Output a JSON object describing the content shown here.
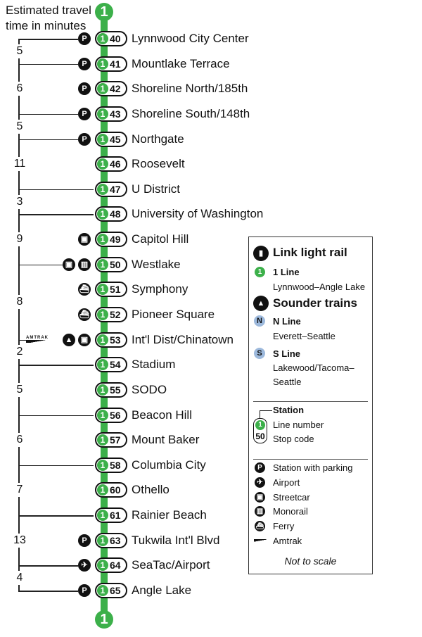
{
  "title": [
    "Estimated travel",
    "time in minutes"
  ],
  "line_number": "1",
  "colors": {
    "line": "#3cb04a",
    "sounder": "#9db9dc"
  },
  "stations": [
    {
      "code": "40",
      "name": "Lynnwood City Center",
      "icons": [
        "parking"
      ]
    },
    {
      "code": "41",
      "name": "Mountlake Terrace",
      "icons": [
        "parking"
      ]
    },
    {
      "code": "42",
      "name": "Shoreline North/185th",
      "icons": [
        "parking"
      ]
    },
    {
      "code": "43",
      "name": "Shoreline South/148th",
      "icons": [
        "parking"
      ]
    },
    {
      "code": "45",
      "name": "Northgate",
      "icons": [
        "parking"
      ]
    },
    {
      "code": "46",
      "name": "Roosevelt",
      "icons": []
    },
    {
      "code": "47",
      "name": "U District",
      "icons": []
    },
    {
      "code": "48",
      "name": "University of Washington",
      "icons": []
    },
    {
      "code": "49",
      "name": "Capitol Hill",
      "icons": [
        "streetcar"
      ]
    },
    {
      "code": "50",
      "name": "Westlake",
      "icons": [
        "streetcar",
        "monorail"
      ]
    },
    {
      "code": "51",
      "name": "Symphony",
      "icons": [
        "ferry"
      ]
    },
    {
      "code": "52",
      "name": "Pioneer Square",
      "icons": [
        "ferry"
      ]
    },
    {
      "code": "53",
      "name": "Int'l Dist/Chinatown",
      "icons": [
        "amtrak",
        "sounder",
        "streetcar"
      ]
    },
    {
      "code": "54",
      "name": "Stadium",
      "icons": []
    },
    {
      "code": "55",
      "name": "SODO",
      "icons": []
    },
    {
      "code": "56",
      "name": "Beacon Hill",
      "icons": []
    },
    {
      "code": "57",
      "name": "Mount Baker",
      "icons": []
    },
    {
      "code": "58",
      "name": "Columbia City",
      "icons": []
    },
    {
      "code": "60",
      "name": "Othello",
      "icons": []
    },
    {
      "code": "61",
      "name": "Rainier Beach",
      "icons": []
    },
    {
      "code": "63",
      "name": "Tukwila Int'l Blvd",
      "icons": [
        "parking"
      ]
    },
    {
      "code": "64",
      "name": "SeaTac/Airport",
      "icons": [
        "airport"
      ]
    },
    {
      "code": "65",
      "name": "Angle Lake",
      "icons": [
        "parking"
      ]
    }
  ],
  "travel_times": [
    {
      "from": "40",
      "to": "41",
      "minutes": "5"
    },
    {
      "from": "41",
      "to": "43",
      "minutes": "6"
    },
    {
      "from": "43",
      "to": "45",
      "minutes": "5"
    },
    {
      "from": "45",
      "to": "47",
      "minutes": "11"
    },
    {
      "from": "47",
      "to": "48",
      "minutes": "3"
    },
    {
      "from": "48",
      "to": "50",
      "minutes": "9"
    },
    {
      "from": "50",
      "to": "53",
      "minutes": "8"
    },
    {
      "from": "53",
      "to": "54",
      "minutes": "2"
    },
    {
      "from": "54",
      "to": "56",
      "minutes": "5"
    },
    {
      "from": "56",
      "to": "58",
      "minutes": "6"
    },
    {
      "from": "58",
      "to": "61",
      "minutes": "7"
    },
    {
      "from": "61",
      "to": "64",
      "minutes": "13"
    },
    {
      "from": "64",
      "to": "65",
      "minutes": "4"
    }
  ],
  "icon_glyphs": {
    "parking": "P",
    "streetcar": "▣",
    "monorail": "▥",
    "ferry": "⛴",
    "sounder": "▲",
    "airport": "✈",
    "amtrak": "AMTRAK"
  },
  "legend": {
    "link_title": "Link light rail",
    "line1_label": "1 Line",
    "line1_desc": "Lynnwood–Angle Lake",
    "sounder_title": "Sounder trains",
    "n_badge": "N",
    "n_label": "N Line",
    "n_desc": "Everett–Seattle",
    "s_badge": "S",
    "s_label": "S Line",
    "s_desc1": "Lakewood/Tacoma–",
    "s_desc2": "Seattle",
    "station": "Station",
    "line_number": "Line number",
    "stop_code": "Stop code",
    "sample_code": "50",
    "parking": "Station with parking",
    "airport": "Airport",
    "streetcar": "Streetcar",
    "monorail": "Monorail",
    "ferry": "Ferry",
    "amtrak": "Amtrak",
    "note": "Not to scale"
  }
}
